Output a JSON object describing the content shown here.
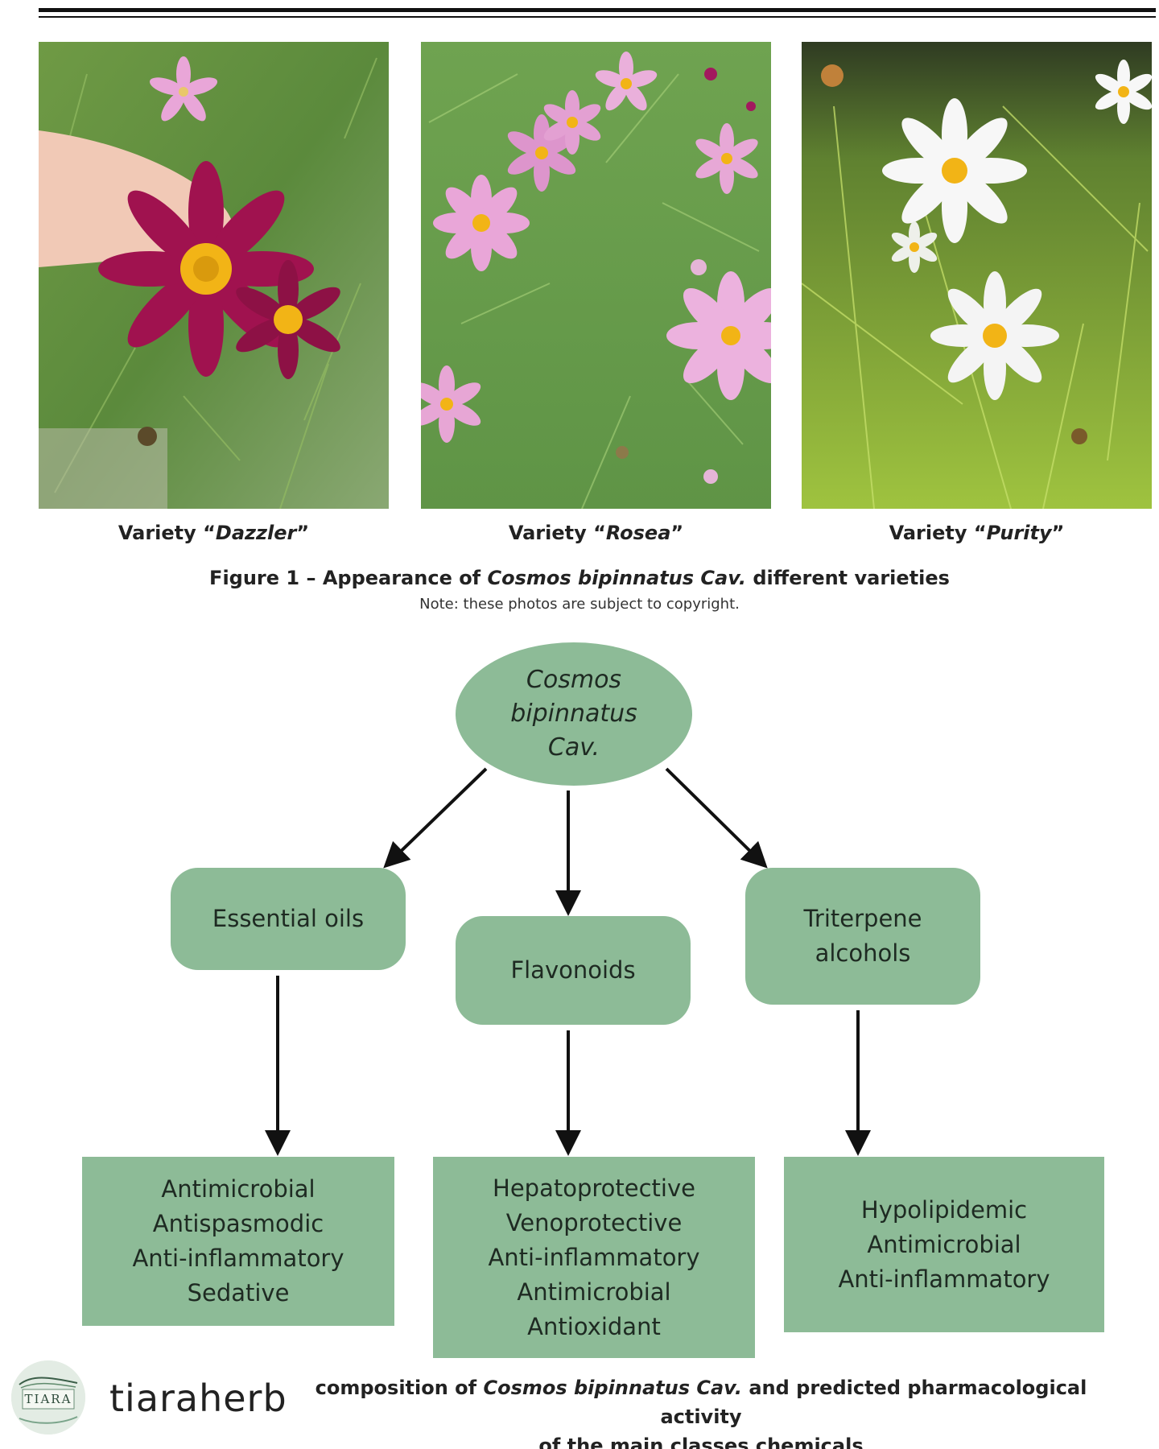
{
  "figure": {
    "varieties": [
      {
        "prefix": "Variety “",
        "name": "Dazzler",
        "suffix": "”"
      },
      {
        "prefix": "Variety “",
        "name": "Rosea",
        "suffix": "”"
      },
      {
        "prefix": "Variety “",
        "name": "Purity",
        "suffix": "”"
      }
    ],
    "caption_prefix": "Figure 1 – Appearance of ",
    "caption_species": "Cosmos bipinnatus Cav.",
    "caption_suffix": " different varieties",
    "note": "Note: these photos are subject to copyright."
  },
  "diagram": {
    "root": [
      "Cosmos",
      "bipinnatus",
      "Cav."
    ],
    "classes": [
      {
        "lines": [
          "Essential oils"
        ]
      },
      {
        "lines": [
          "Flavonoids"
        ]
      },
      {
        "lines": [
          "Triterpene",
          "alcohols"
        ]
      }
    ],
    "activities": [
      {
        "lines": [
          "Antimicrobial",
          "Antispasmodic",
          "Anti-inflammatory",
          "Sedative"
        ]
      },
      {
        "lines": [
          "Hepatoprotective",
          "Venoprotective",
          "Anti-inflammatory",
          "Antimicrobial",
          "Antioxidant"
        ]
      },
      {
        "lines": [
          "Hypolipidemic",
          "Antimicrobial",
          "Anti-inflammatory"
        ]
      }
    ]
  },
  "footer": {
    "logo_text": "TIARA",
    "handle": "tiaraherb",
    "caption_prefix": "composition of ",
    "caption_species": "Cosmos bipinnatus Cav.",
    "caption_line1_suffix": " and predicted pharmacological activity",
    "caption_line2": "of the main classes chemicals"
  },
  "colors": {
    "node_fill": "#8dbb97",
    "arrow": "#111111",
    "foliage": "#6f9a45",
    "dazzler": "#a0124f",
    "rosea": "#e9a6d8",
    "purity": "#f7f7f7",
    "center": "#f2b416"
  }
}
